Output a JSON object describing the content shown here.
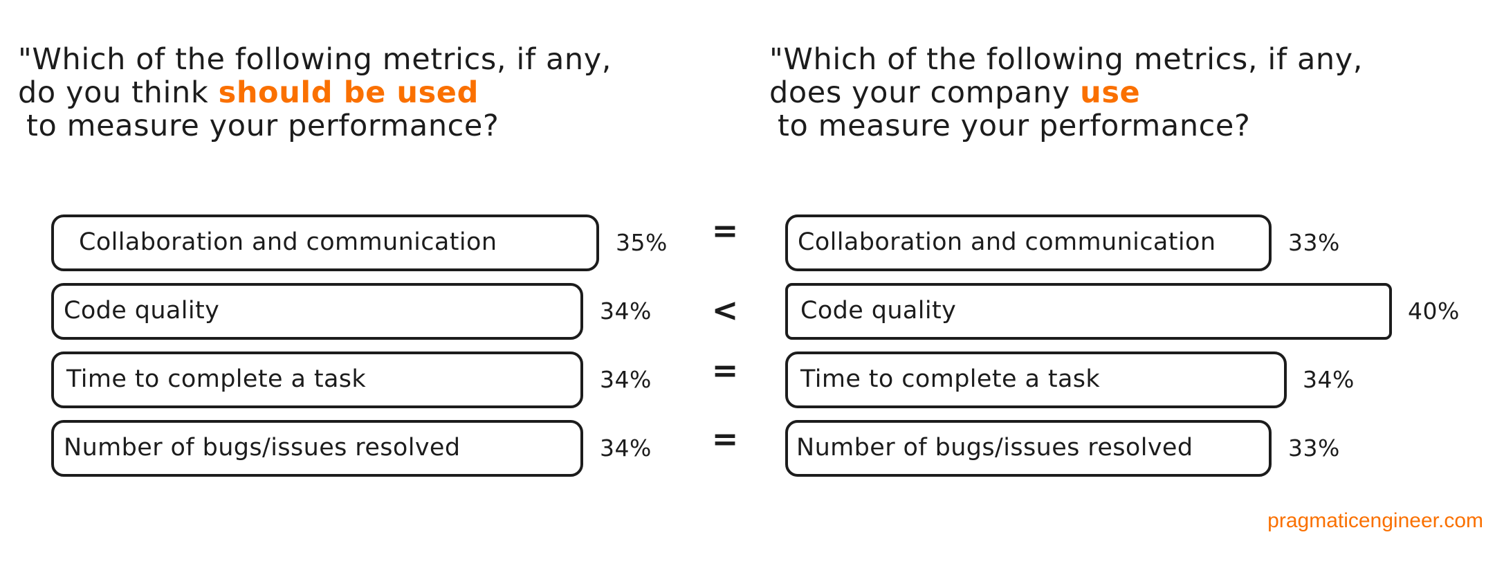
{
  "chart_data": {
    "type": "bar",
    "title": "Which of the following metrics, if any, should be used vs. does your company use to measure your performance?",
    "xlabel": "",
    "ylabel": "",
    "xlim": [
      0,
      50
    ],
    "grid": false,
    "legend": "none",
    "categories": [
      "Collaboration and communication",
      "Code quality",
      "Time to complete a task",
      "Number of bugs/issues resolved"
    ],
    "series": [
      {
        "name": "should be used",
        "values": [
          35,
          34,
          34,
          34
        ],
        "unit": "%"
      },
      {
        "name": "does your company use",
        "values": [
          33,
          40,
          34,
          33
        ],
        "unit": "%"
      }
    ],
    "comparisons": [
      "=",
      "<",
      "=",
      "="
    ]
  },
  "left_panel": {
    "heading": {
      "line1": "\"Which of the following metrics, if any,",
      "line2_prefix": "do you think ",
      "line2_accent": "should be used",
      "line3": "to measure your performance?"
    },
    "bars": [
      {
        "label": "Collaboration and communication",
        "value": "35%",
        "pct": 35
      },
      {
        "label": "Code quality",
        "value": "34%",
        "pct": 34
      },
      {
        "label": "Time to complete a task",
        "value": "34%",
        "pct": 34
      },
      {
        "label": "Number of bugs/issues resolved",
        "value": "34%",
        "pct": 34
      }
    ]
  },
  "right_panel": {
    "heading": {
      "line1": "\"Which of the following metrics, if any,",
      "line2_prefix": "does your company ",
      "line2_accent": "use",
      "line3": "to measure your performance?"
    },
    "bars": [
      {
        "label": "Collaboration and communication",
        "value": "33%",
        "pct": 33
      },
      {
        "label": "Code quality",
        "value": "40%",
        "pct": 40
      },
      {
        "label": "Time to complete a task",
        "value": "34%",
        "pct": 34
      },
      {
        "label": "Number of bugs/issues resolved",
        "value": "33%",
        "pct": 33
      }
    ]
  },
  "comparisons": {
    "row1": "=",
    "row2": "<",
    "row3": "=",
    "row4": "="
  },
  "footer": {
    "attribution": "pragmaticengineer.com"
  },
  "colors": {
    "accent": "#FA7000",
    "ink": "#1C1C1C",
    "background": "#FFFFFF"
  }
}
